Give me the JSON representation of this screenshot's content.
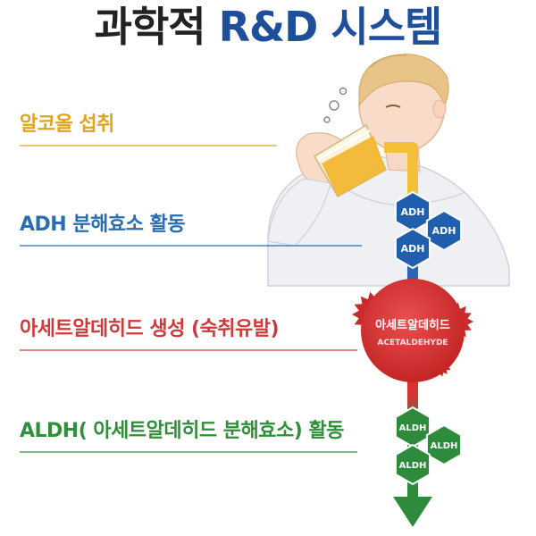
{
  "title": {
    "part1": "과학적 ",
    "part2": "R&D 시스템",
    "color_dark": "#222222",
    "color_blue": "#1f4e9a"
  },
  "steps": [
    {
      "label": "알코올 섭취",
      "color": "#e1a321"
    },
    {
      "label": "ADH 분해효소 활동",
      "color": "#2a6db3"
    },
    {
      "label": "아세트알데히드 생성 (숙취유발)",
      "color": "#d13a3a"
    },
    {
      "label": "ALDH( 아세트알데히드 분해효소) 활동",
      "color": "#2f8f3a"
    }
  ],
  "adh_hexes": [
    "ADH",
    "ADH",
    "ADH"
  ],
  "aldh_hexes": [
    "ALDH",
    "ALDH",
    "ALDH"
  ],
  "acetaldehyde": {
    "label_ko": "아세트알데히드",
    "label_en": "ACETALDEHYDE",
    "color": "#d93232"
  },
  "colors": {
    "adh_hex": "#1f5fae",
    "aldh_hex": "#2e8b3c",
    "beer": "#f2b632",
    "flow_gradient": [
      "#f4c03a",
      "#2a66b5",
      "#d93232",
      "#2e8b3c"
    ]
  }
}
